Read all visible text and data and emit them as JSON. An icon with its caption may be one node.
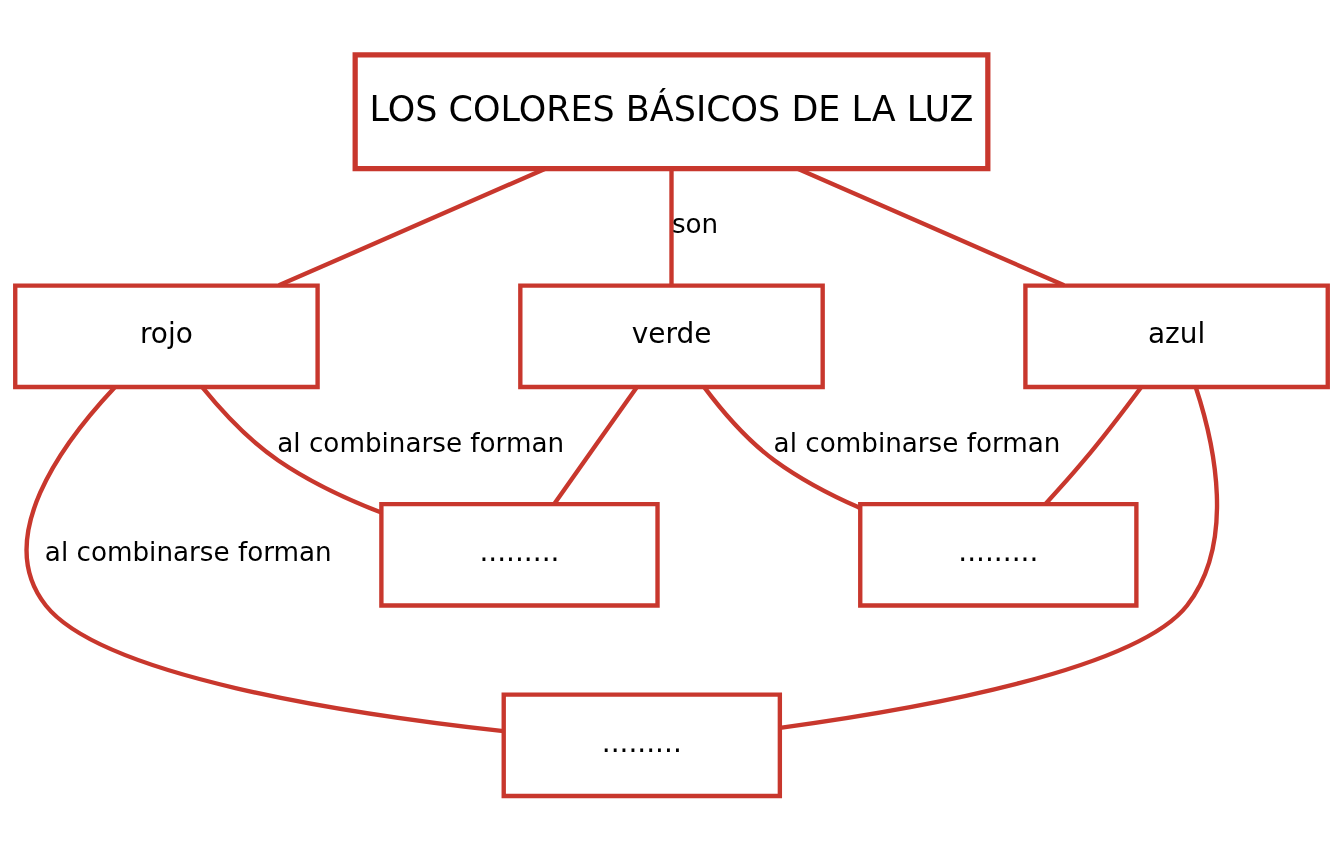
{
  "diagram": {
    "nodes": [
      {
        "text": [
          "LOS COLORES BÁSICOS DE LA LUZ"
        ]
      },
      {
        "text": [
          "rojo"
        ]
      },
      {
        "text": [
          "verde"
        ]
      },
      {
        "text": [
          "azul"
        ]
      },
      {
        "text": [
          "........."
        ]
      },
      {
        "text": [
          "........."
        ]
      },
      {
        "text": [
          "........."
        ]
      }
    ],
    "edges": [
      {
        "from": 0,
        "to": 1,
        "arrow": "none"
      },
      {
        "from": 0,
        "to": 2,
        "arrow": "none",
        "label": "son"
      },
      {
        "from": 0,
        "to": 3,
        "arrow": "none"
      },
      {
        "from": 1,
        "to": 4,
        "arrow": "none",
        "label": "al combinarse forman"
      },
      {
        "from": 2,
        "to": 4,
        "arrow": "none"
      },
      {
        "from": 2,
        "to": 5,
        "arrow": "none",
        "label": "al combinarse forman"
      },
      {
        "from": 3,
        "to": 5,
        "arrow": "none"
      },
      {
        "from": 1,
        "to": 6,
        "arrow": "none",
        "label": "al combinarse forman"
      },
      {
        "from": 3,
        "to": 6,
        "arrow": "none"
      }
    ]
  }
}
